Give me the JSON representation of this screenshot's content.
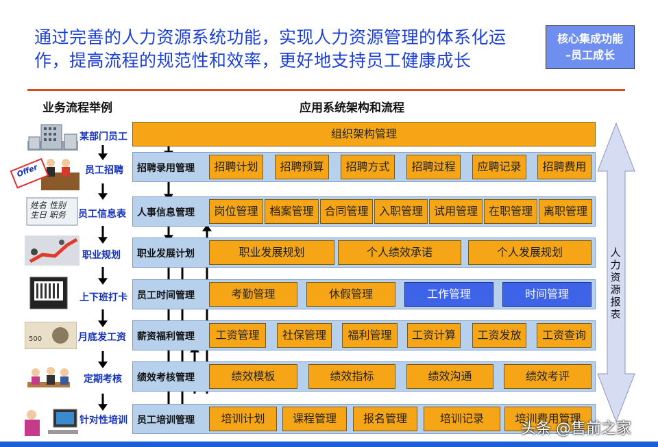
{
  "headline": {
    "line1": "通过完善的人力资源系统功能，实现人力资源管理的体系化运",
    "line2": "作，提高流程的规范性和效率，更好地支持员工健康成长"
  },
  "corner_box": {
    "line1": "核心集成功能",
    "line2": "–员工成长"
  },
  "section_left": "业务流程举例",
  "section_right": "应用系统架构和流程",
  "process_steps": [
    {
      "label": "某部门员工",
      "icon": "office-building-icon"
    },
    {
      "label": "员工招聘",
      "icon": "offer-letter-icon",
      "extra": "Offer"
    },
    {
      "label": "员工信息表",
      "icon": "info-form-icon",
      "extra": "姓名 性别\n生日 职务"
    },
    {
      "label": "职业规划",
      "icon": "career-chart-icon"
    },
    {
      "label": "上下班打卡",
      "icon": "time-clock-icon"
    },
    {
      "label": "月底发工资",
      "icon": "banknote-icon"
    },
    {
      "label": "定期考核",
      "icon": "meeting-icon"
    },
    {
      "label": "针对性培训",
      "icon": "training-computer-icon"
    }
  ],
  "org_bar": "组织架构管理",
  "rows": [
    {
      "label": "招聘录用管理",
      "cells": [
        "招聘计划",
        "招聘预算",
        "招聘方式",
        "招聘过程",
        "应聘记录",
        "招聘费用"
      ]
    },
    {
      "label": "人事信息管理",
      "cells": [
        "岗位管理",
        "档案管理",
        "合同管理",
        "入职管理",
        "试用管理",
        "在职管理",
        "离职管理"
      ]
    },
    {
      "label": "职业发展计划",
      "cells": [
        "职业发展规划",
        "个人绩效承诺",
        "个人发展规划"
      ]
    },
    {
      "label": "员工时间管理",
      "cells": [
        "考勤管理",
        "休假管理",
        "工作管理",
        "时间管理"
      ]
    },
    {
      "label": "薪资福利管理",
      "cells": [
        "工资管理",
        "社保管理",
        "福利管理",
        "工资计算",
        "工资发放",
        "工资查询"
      ]
    },
    {
      "label": "绩效考核管理",
      "cells": [
        "绩效模板",
        "绩效指标",
        "绩效沟通",
        "绩效考评"
      ]
    },
    {
      "label": "员工培训管理",
      "cells": [
        "培训计划",
        "课程管理",
        "报名管理",
        "培训记录",
        "培训费用管理"
      ]
    }
  ],
  "report_label": "人力资源报表",
  "watermark": "头条 @售前之家",
  "colors": {
    "headline": "#1c3fd6",
    "orange": "#f5a515",
    "blue_cell": "#3d63e8",
    "row_bg": "#b7d0ec",
    "rule": "#e04a1c"
  }
}
